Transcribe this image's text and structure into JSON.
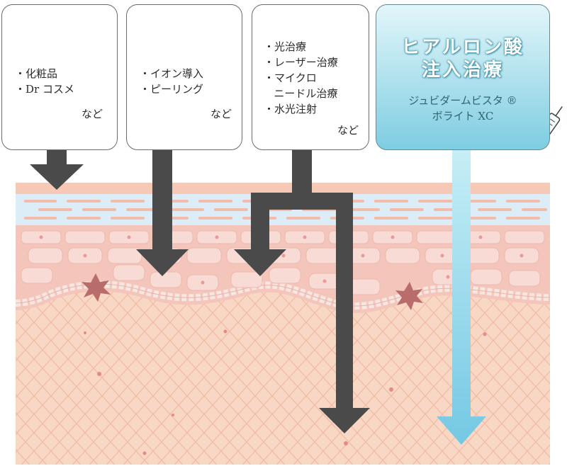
{
  "boxes": [
    {
      "items": [
        "化粧品",
        "Dr コスメ"
      ],
      "etc": "など"
    },
    {
      "items": [
        "イオン導入",
        "ピーリング"
      ],
      "etc": "など"
    },
    {
      "items": [
        "光治療",
        "レーザー治療",
        "マイクロ",
        "ニードル治療",
        "水光注射"
      ],
      "etc": "など"
    }
  ],
  "highlight": {
    "title_line1": "ヒアルロン酸",
    "title_line2": "注入治療",
    "product_line1": "ジュビダームビスタ ®",
    "product_line2": "ボライト XC"
  },
  "colors": {
    "arrow": "#4a4a4a",
    "highlight_arrow": "#8ed3e6",
    "epidermis": "#f4c6bd",
    "dermis": "#f8d4c2",
    "stratum_corneum": "#d7eaf6",
    "melanocyte": "#b76d6a"
  },
  "icons": [
    "syringe-icon"
  ]
}
